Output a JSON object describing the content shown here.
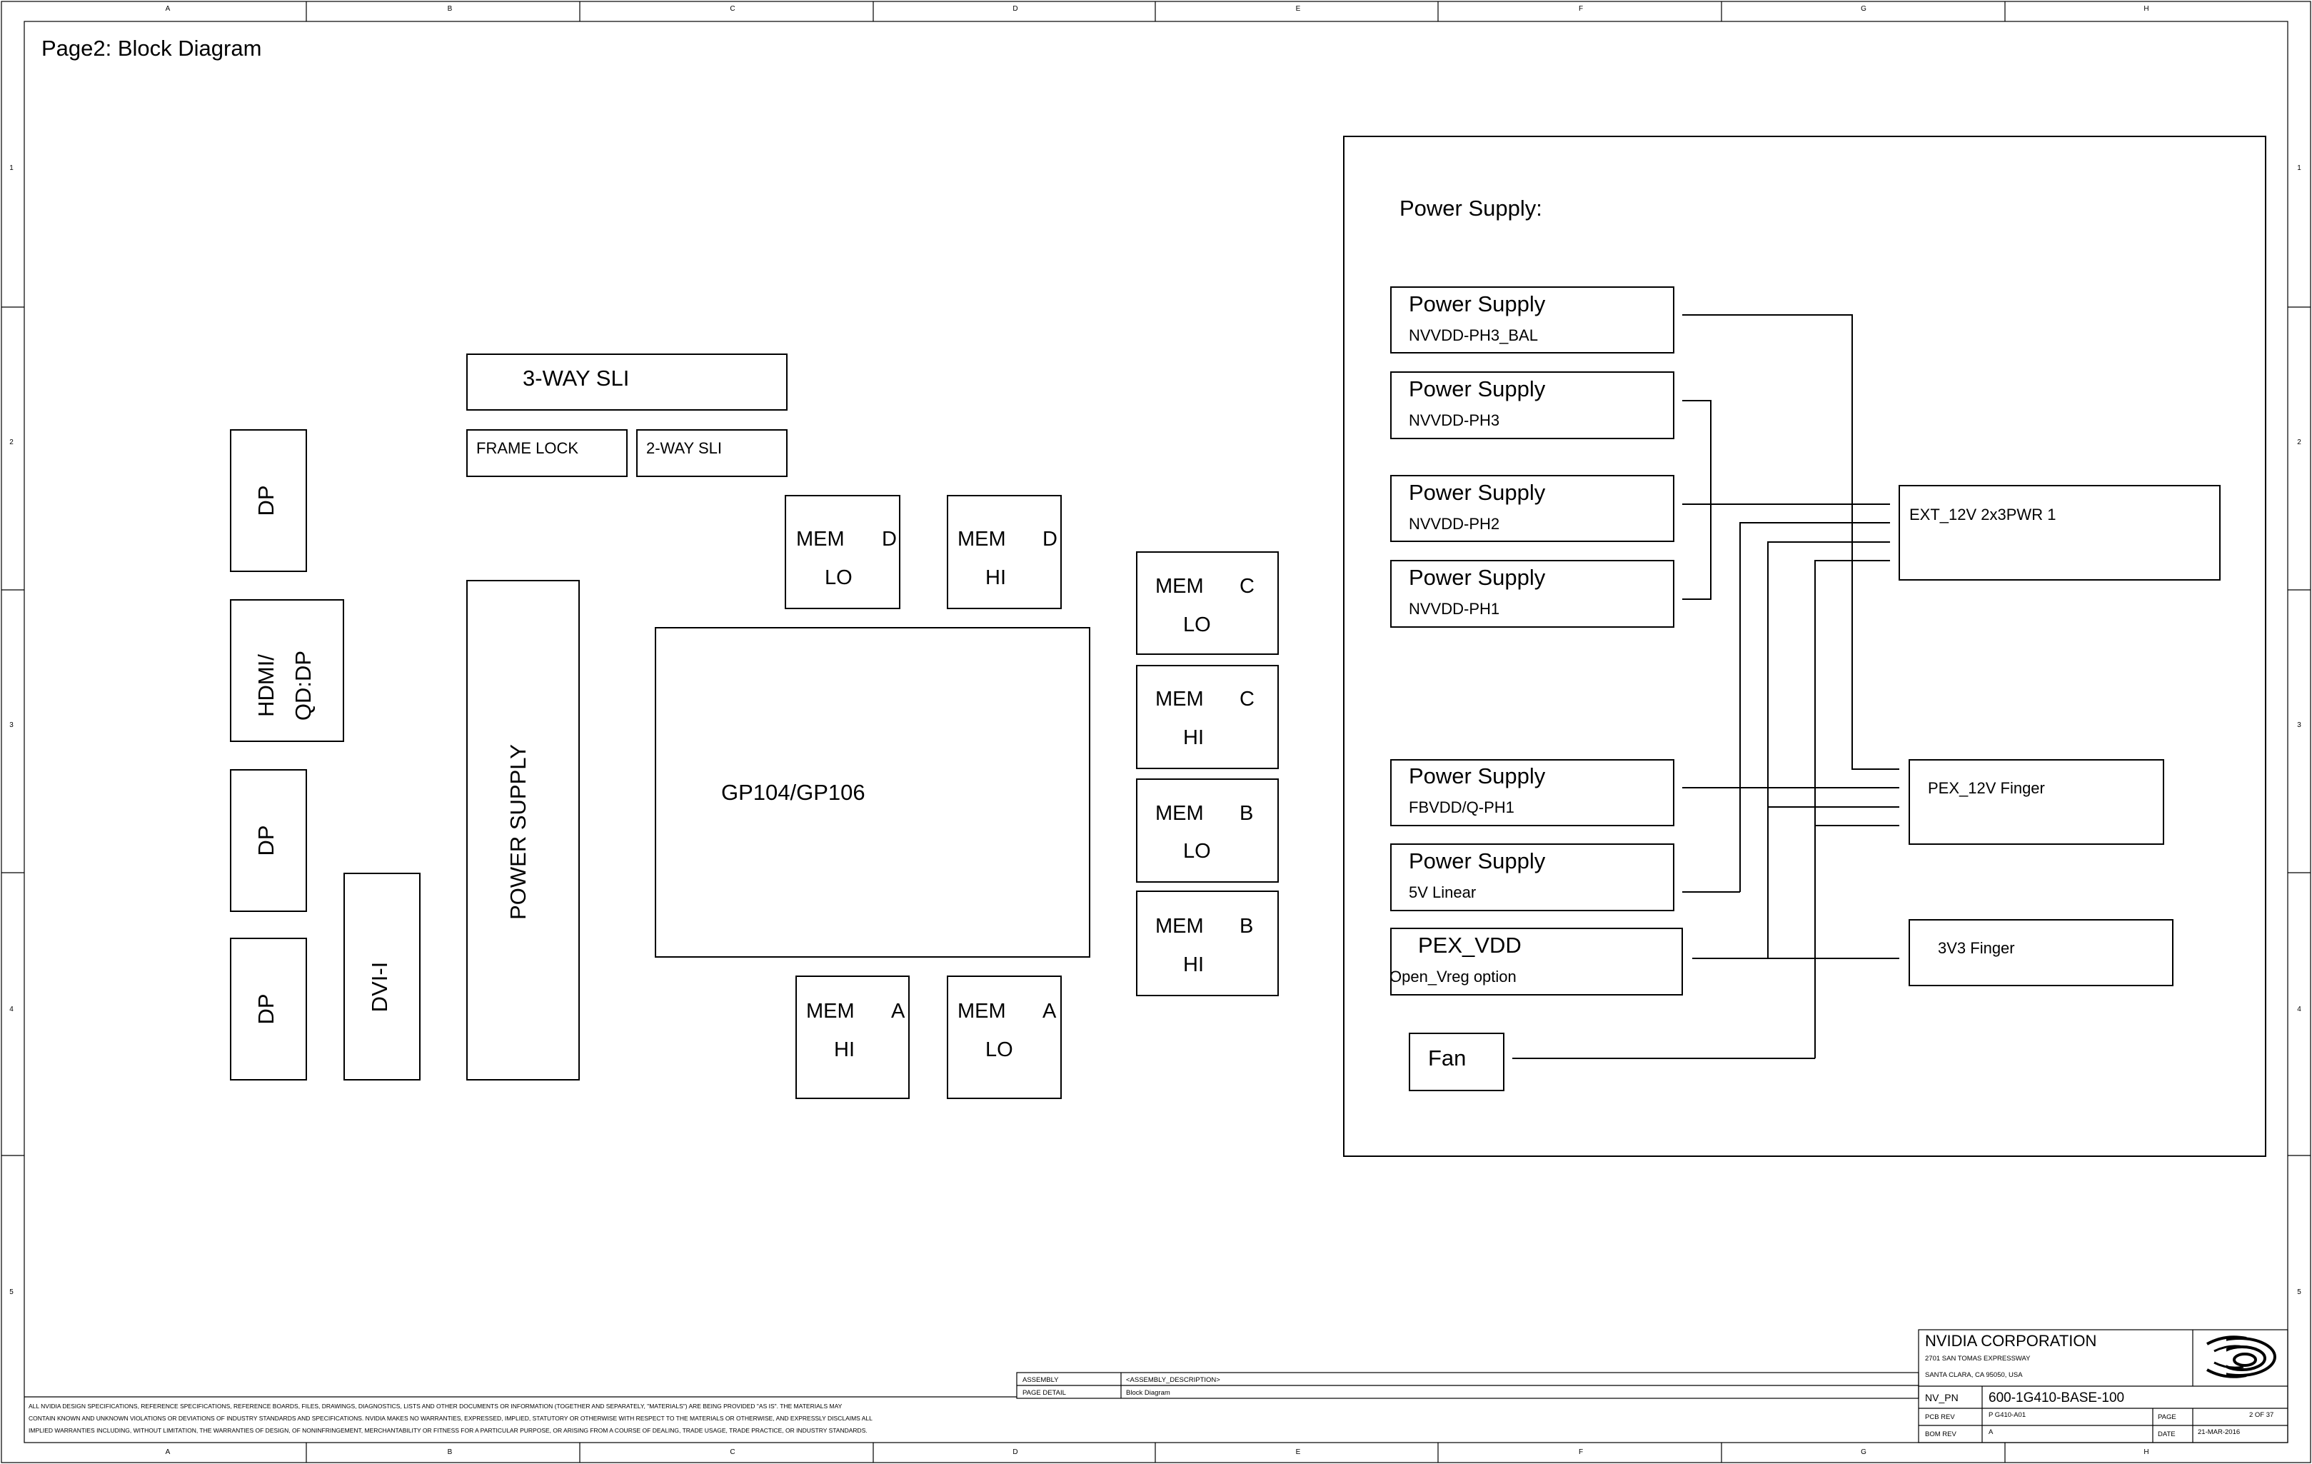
{
  "page_title": "Page2: Block Diagram",
  "border": {
    "columns": [
      "A",
      "B",
      "C",
      "D",
      "E",
      "F",
      "G",
      "H"
    ],
    "rows": [
      "1",
      "2",
      "3",
      "4",
      "5"
    ]
  },
  "blocks": {
    "sli3": "3-WAY SLI",
    "frame_lock": "FRAME LOCK",
    "sli2": "2-WAY SLI",
    "dp1": "DP",
    "hdmi_line1": "HDMI/",
    "hdmi_line2": "QD:DP",
    "dp2": "DP",
    "dp3": "DP",
    "dvi": "DVI-I",
    "power_supply": "POWER SUPPLY",
    "gpu": "GP104/GP106",
    "mem_d_lo": {
      "name": "MEM",
      "ch": "D",
      "part": "LO"
    },
    "mem_d_hi": {
      "name": "MEM",
      "ch": "D",
      "part": "HI"
    },
    "mem_c_lo": {
      "name": "MEM",
      "ch": "C",
      "part": "LO"
    },
    "mem_c_hi": {
      "name": "MEM",
      "ch": "C",
      "part": "HI"
    },
    "mem_b_lo": {
      "name": "MEM",
      "ch": "B",
      "part": "LO"
    },
    "mem_b_hi": {
      "name": "MEM",
      "ch": "B",
      "part": "HI"
    },
    "mem_a_hi": {
      "name": "MEM",
      "ch": "A",
      "part": "HI"
    },
    "mem_a_lo": {
      "name": "MEM",
      "ch": "A",
      "part": "LO"
    }
  },
  "power": {
    "heading": "Power Supply:",
    "ps1": {
      "title": "Power Supply",
      "sub": "NVVDD-PH3_BAL"
    },
    "ps2": {
      "title": "Power Supply",
      "sub": "NVVDD-PH3"
    },
    "ps3": {
      "title": "Power Supply",
      "sub": "NVVDD-PH2"
    },
    "ps4": {
      "title": "Power Supply",
      "sub": "NVVDD-PH1"
    },
    "ps5": {
      "title": "Power Supply",
      "sub": "FBVDD/Q-PH1"
    },
    "ps6": {
      "title": "Power Supply",
      "sub": "5V Linear"
    },
    "pexvdd": {
      "title": "PEX_VDD",
      "sub": "Open_Vreg option"
    },
    "fan": "Fan",
    "ext12v": "EXT_12V 2x3PWR 1",
    "pex12v": "PEX_12V Finger",
    "v3v3": "3V3 Finger"
  },
  "disclaimer": [
    "ALL NVIDIA DESIGN SPECIFICATIONS, REFERENCE SPECIFICATIONS, REFERENCE BOARDS, FILES, DRAWINGS, DIAGNOSTICS, LISTS AND OTHER DOCUMENTS OR INFORMATION (TOGETHER AND SEPARATELY, \"MATERIALS\") ARE BEING PROVIDED \"AS IS\". THE MATERIALS MAY",
    "CONTAIN KNOWN AND UNKNOWN VIOLATIONS OR DEVIATIONS OF INDUSTRY STANDARDS AND SPECIFICATIONS. NVIDIA MAKES NO WARRANTIES, EXPRESSED, IMPLIED, STATUTORY OR OTHERWISE WITH RESPECT TO THE MATERIALS OR OTHERWISE, AND EXPRESSLY DISCLAIMS ALL",
    "IMPLIED WARRANTIES INCLUDING, WITHOUT LIMITATION, THE WARRANTIES OF DESIGN, OF NONINFRINGEMENT, MERCHANTABILITY OR FITNESS FOR A PARTICULAR PURPOSE, OR ARISING FROM A COURSE OF DEALING, TRADE USAGE, TRADE PRACTICE, OR INDUSTRY STANDARDS."
  ],
  "title_block": {
    "assembly_label": "ASSEMBLY",
    "assembly_value": "<ASSEMBLY_DESCRIPTION>",
    "page_detail_label": "PAGE DETAIL",
    "page_detail_value": "Block Diagram",
    "company": "NVIDIA CORPORATION",
    "address1": "2701 SAN TOMAS EXPRESSWAY",
    "address2": "SANTA CLARA, CA 95050, USA",
    "nvpn_label": "NV_PN",
    "nvpn_value": "600-1G410-BASE-100",
    "pcbrev_label": "PCB REV",
    "pcbrev_value": "P G410-A01",
    "page_label": "PAGE",
    "page_value": "2 OF 37",
    "bomrev_label": "BOM REV",
    "bomrev_value": "A",
    "date_label": "DATE",
    "date_value": "21-MAR-2016"
  }
}
